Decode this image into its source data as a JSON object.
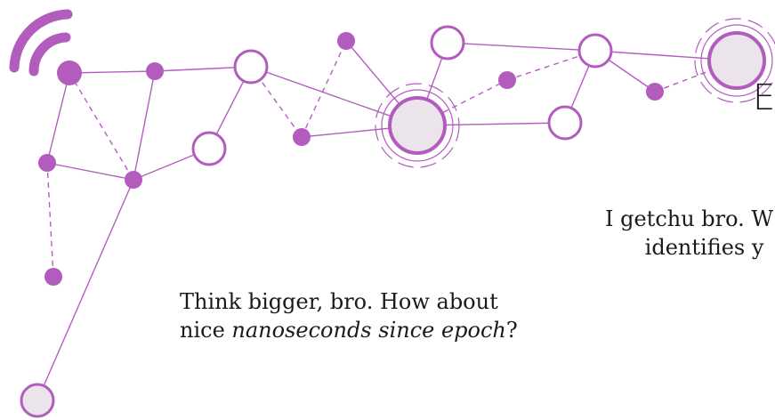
{
  "heading_fragment": "E",
  "think_bigger": {
    "line1": "Think bigger, bro. How about",
    "line2_prefix": "nice ",
    "line2_emphasis": "nanoseconds since epoch",
    "line2_suffix": "?"
  },
  "getchu": {
    "line1": "I getchu bro. W",
    "line2": "identifies y"
  },
  "colors": {
    "accent": "#b25cbe",
    "hub_fill": "#ebe4ea",
    "text": "#1a1a1a",
    "background": "#ffffff"
  },
  "icons": [
    "wifi-signal-icon",
    "network-node-icon"
  ]
}
